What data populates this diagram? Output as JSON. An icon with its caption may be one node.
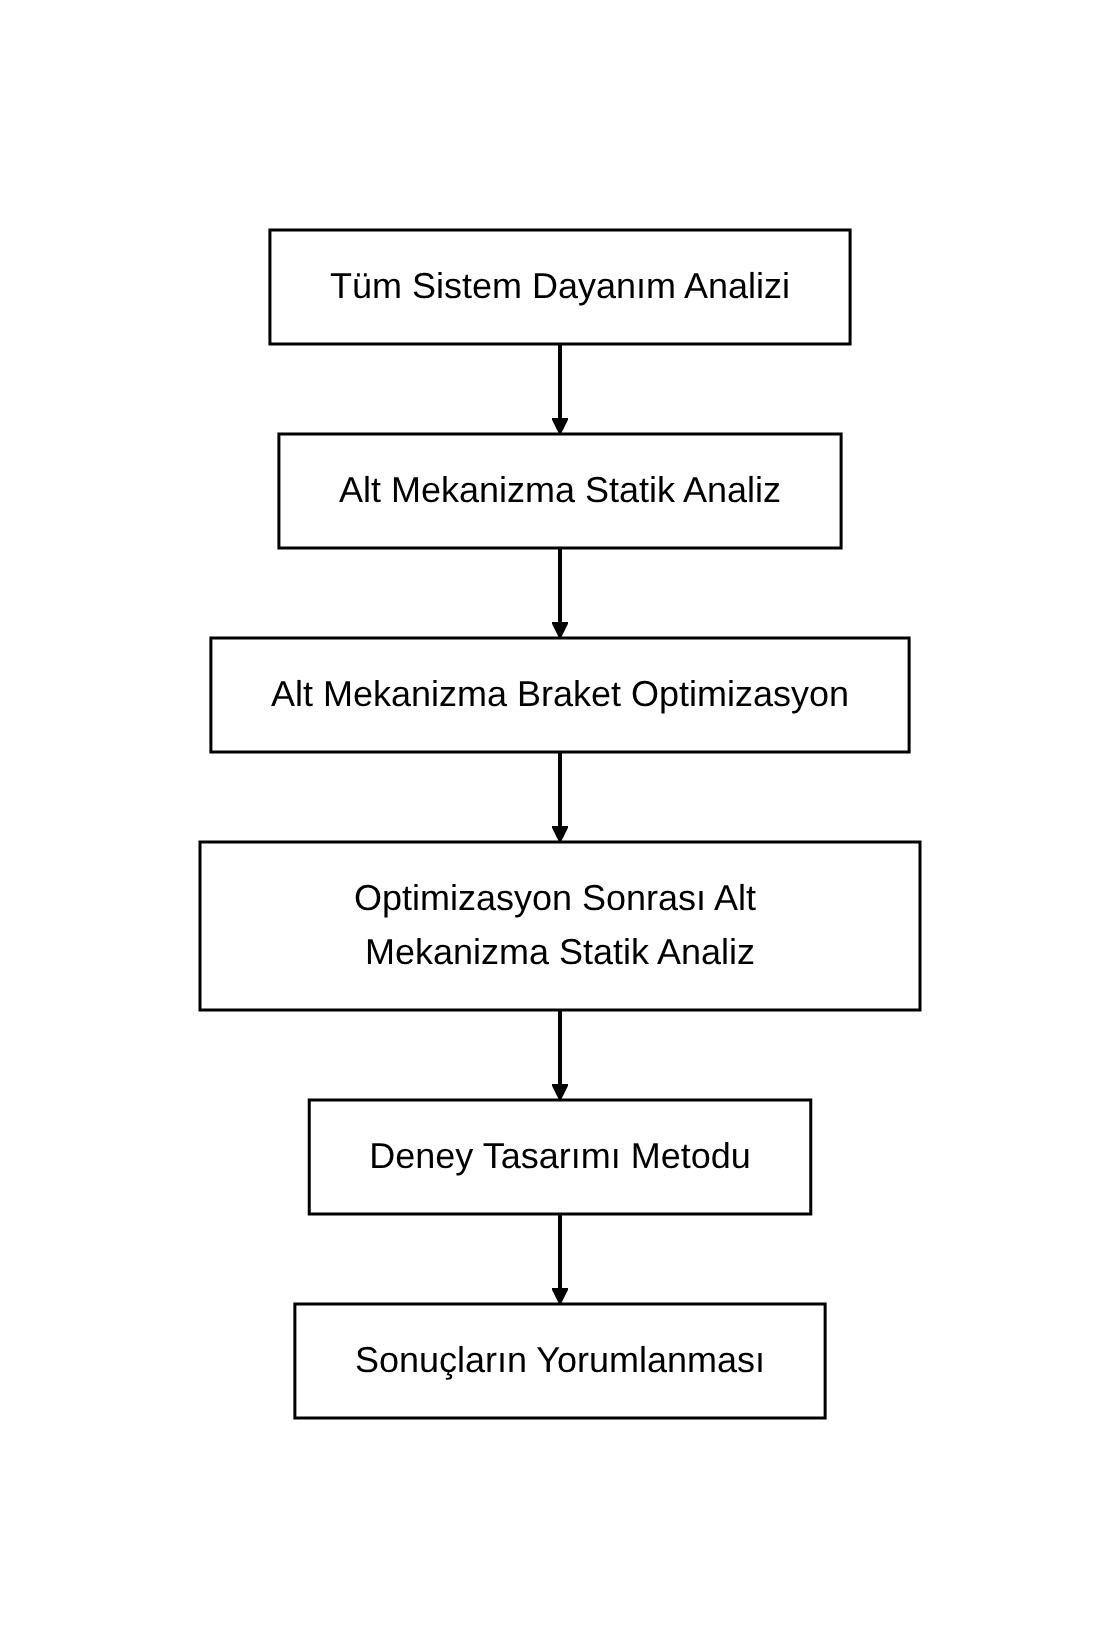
{
  "diagram": {
    "nodes": [
      {
        "text": [
          "Tüm Sistem Dayanım Analizi"
        ]
      },
      {
        "text": [
          "Alt Mekanizma Statik Analiz"
        ]
      },
      {
        "text": [
          "Alt Mekanizma Braket Optimizasyon"
        ]
      },
      {
        "text": [
          "Optimizasyon Sonrası Alt Mekanizma Statik Analiz"
        ]
      },
      {
        "text": [
          "Deney Tasarımı Metodu"
        ]
      },
      {
        "text": [
          "Sonuçların Yorumlanması"
        ]
      }
    ],
    "edges": [
      {
        "from": 0,
        "to": 1,
        "arrow": "to"
      },
      {
        "from": 1,
        "to": 2,
        "arrow": "to"
      },
      {
        "from": 2,
        "to": 3,
        "arrow": "to"
      },
      {
        "from": 3,
        "to": 4,
        "arrow": "to"
      },
      {
        "from": 4,
        "to": 5,
        "arrow": "to"
      }
    ]
  }
}
